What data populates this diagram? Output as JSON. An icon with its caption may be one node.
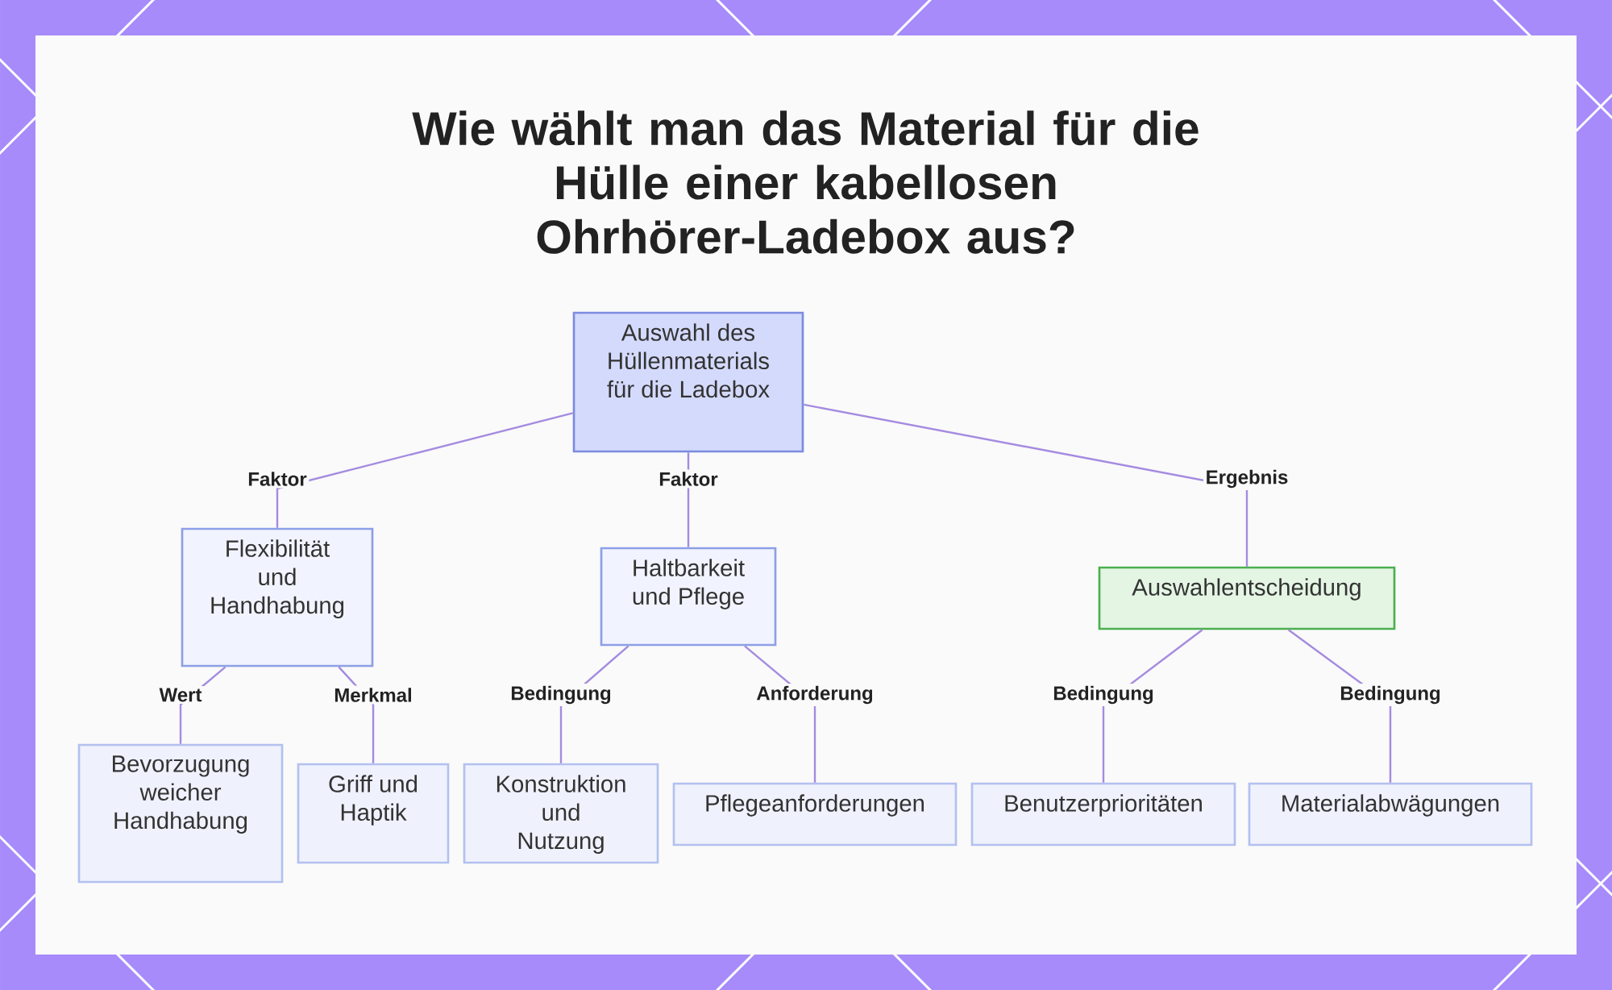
{
  "diagram": {
    "title": "Wie wählt man das Material für die Hülle einer kabellosen Ohrhörer-Ladebox aus?",
    "nodes": [
      {
        "text": [
          "Auswahl des Hüllenmaterials für die Ladebox"
        ]
      },
      {
        "text": [
          "Flexibilität und Handhabung"
        ]
      },
      {
        "text": [
          "Haltbarkeit und Pflege"
        ]
      },
      {
        "text": [
          "Auswahlentscheidung"
        ]
      },
      {
        "text": [
          "Bevorzugung weicher Handhabung"
        ]
      },
      {
        "text": [
          "Griff und Haptik"
        ]
      },
      {
        "text": [
          "Konstruktion und Nutzung"
        ]
      },
      {
        "text": [
          "Pflegeanforderungen"
        ]
      },
      {
        "text": [
          "Benutzerprioritäten"
        ]
      },
      {
        "text": [
          "Materialabwägungen"
        ]
      }
    ],
    "edges": [
      {
        "from": 0,
        "to": 1,
        "arrow": "none",
        "label": "Faktor"
      },
      {
        "from": 0,
        "to": 2,
        "arrow": "none",
        "label": "Faktor"
      },
      {
        "from": 0,
        "to": 3,
        "arrow": "none",
        "label": "Ergebnis"
      },
      {
        "from": 1,
        "to": 4,
        "arrow": "none",
        "label": "Wert"
      },
      {
        "from": 1,
        "to": 5,
        "arrow": "none",
        "label": "Merkmal"
      },
      {
        "from": 2,
        "to": 6,
        "arrow": "none",
        "label": "Bedingung"
      },
      {
        "from": 2,
        "to": 7,
        "arrow": "none",
        "label": "Anforderung"
      },
      {
        "from": 3,
        "to": 8,
        "arrow": "none",
        "label": "Bedingung"
      },
      {
        "from": 3,
        "to": 9,
        "arrow": "none",
        "label": "Bedingung"
      }
    ]
  }
}
